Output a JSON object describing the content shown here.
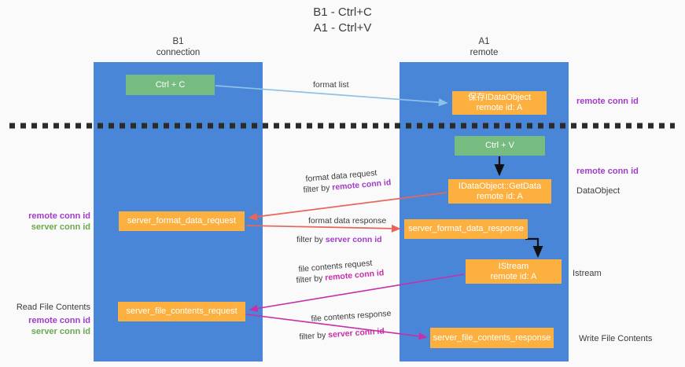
{
  "title": "B1 - Ctrl+C\nA1 - Ctrl+V",
  "title_line1": "B1 - Ctrl+C",
  "title_line2": "A1 - Ctrl+V",
  "columns": {
    "left": {
      "name": "B1",
      "role": "connection"
    },
    "right": {
      "name": "A1",
      "role": "remote"
    }
  },
  "colors": {
    "lane": "#4a86d8",
    "green_box": "#76bb7f",
    "orange_box": "#fbb040",
    "purple_text": "#a23bc8",
    "green_text": "#6aa84f",
    "magenta_text": "#c62fa8",
    "divider": "#2b2b2b",
    "arrow_blue": "#8cc1e8",
    "arrow_red": "#e8655a",
    "arrow_magenta": "#c62fa8",
    "arrow_black": "#111111",
    "background": "#fafafa"
  },
  "boxes": {
    "ctrl_c": "Ctrl + C",
    "idataobject_line1": "保存IDataObject",
    "idataobject_line2": "remote id: A",
    "ctrl_v": "Ctrl + V",
    "getdata_line1": "IDataObject::GetData",
    "getdata_line2": "remote id: A",
    "server_format_data_request": "server_format_data_request",
    "server_format_data_response": "server_format_data_response",
    "istream_line1": "IStream",
    "istream_line2": "remote id: A",
    "server_file_contents_request": "server_file_contents_request",
    "server_file_contents_response": "server_file_contents_response"
  },
  "edge_labels": {
    "format_list": "format list",
    "format_data_request": "format data request",
    "format_data_request_filter_prefix": "filter by ",
    "format_data_request_filter_key": "remote conn id",
    "format_data_response": "format data response",
    "format_data_response_filter_prefix": "filter by ",
    "format_data_response_filter_key": "server conn id",
    "file_contents_request": "file contents request",
    "file_contents_request_filter_prefix": "filter by ",
    "file_contents_request_filter_key": "remote conn id",
    "file_contents_response": "file contents response",
    "file_contents_response_filter_prefix": "filter by ",
    "file_contents_response_filter_key": "server conn id"
  },
  "right_notes": {
    "remote_conn_id_top": "remote conn id",
    "remote_conn_id_mid": "remote conn id",
    "dataobject": "DataObject",
    "istream": "Istream",
    "write_file_contents": "Write File Contents"
  },
  "left_notes": {
    "remote_conn_id_1": "remote conn id",
    "server_conn_id_1": "server conn id",
    "read_file_contents": "Read File Contents",
    "remote_conn_id_2": "remote conn id",
    "server_conn_id_2": "server conn id"
  }
}
